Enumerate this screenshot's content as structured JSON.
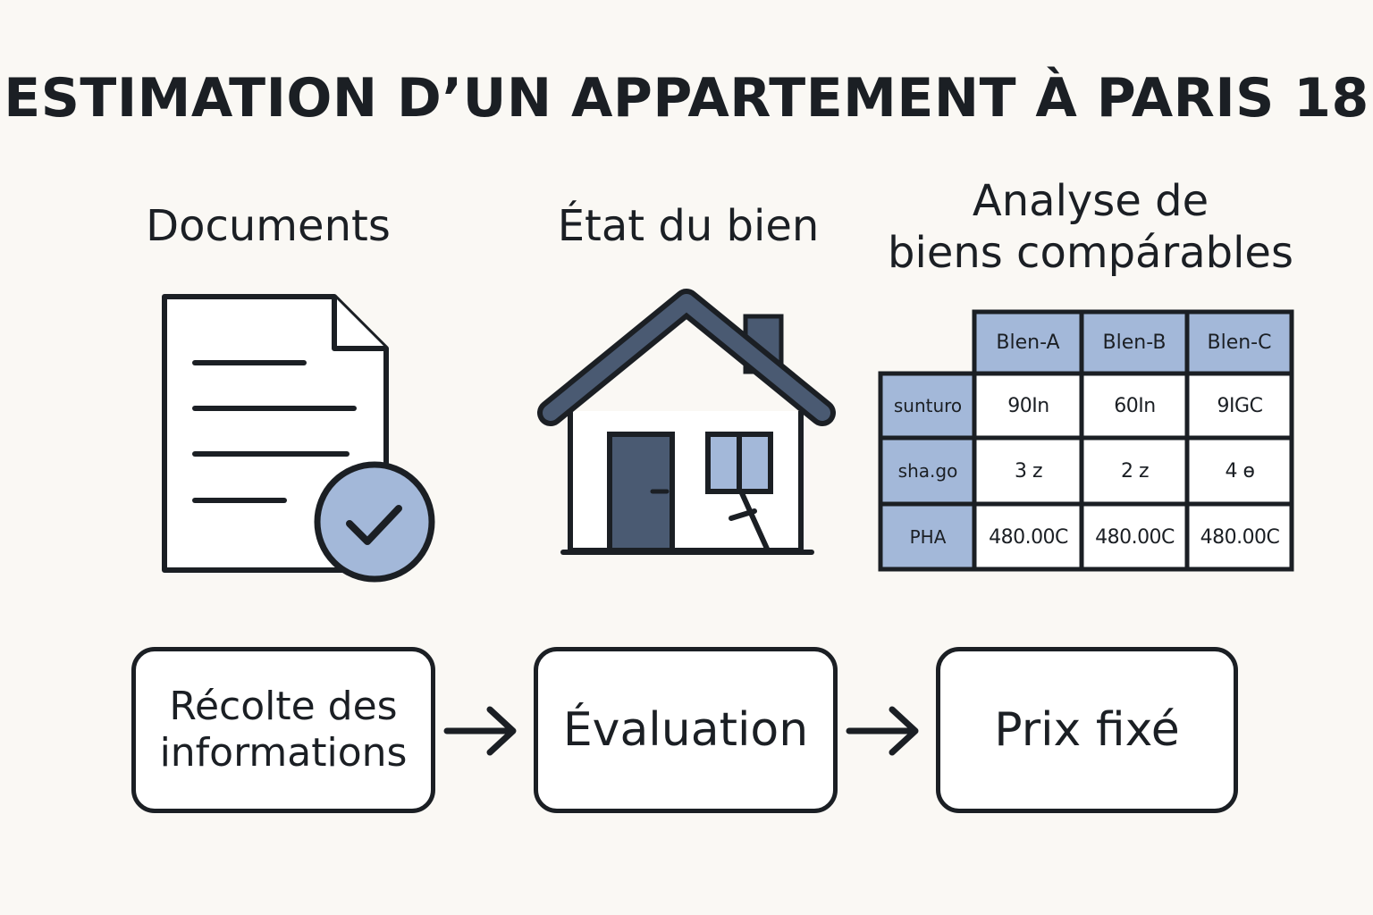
{
  "title": "ESTIMATION D’UN APPARTEMENT À PARIS 18",
  "columns": {
    "documents": "Documents",
    "etat": "État du bien",
    "analyse_line1": "Analyse de",
    "analyse_line2": "biens compárables"
  },
  "icons": {
    "documents": "document-check-icon",
    "etat": "house-icon"
  },
  "table": {
    "headers": [
      "Blen-A",
      "Blen-B",
      "Blen-C"
    ],
    "rows": [
      {
        "label": "sunturo",
        "values": [
          "90In",
          "60In",
          "9IGC"
        ]
      },
      {
        "label": "sha.go",
        "values": [
          "3 z",
          "2 z",
          "4 ɵ"
        ]
      },
      {
        "label": "PHA",
        "values": [
          "480.00C",
          "480.00C",
          "480.00C"
        ]
      }
    ]
  },
  "steps": {
    "step1_line1": "Récolte des",
    "step1_line2": "informations",
    "step2": "Évaluation",
    "step3": "Prix fixé"
  },
  "colors": {
    "accent": "#a3b8d9",
    "dark_slate": "#4a5a72",
    "ink": "#1b1f24",
    "background": "#faf8f4"
  }
}
